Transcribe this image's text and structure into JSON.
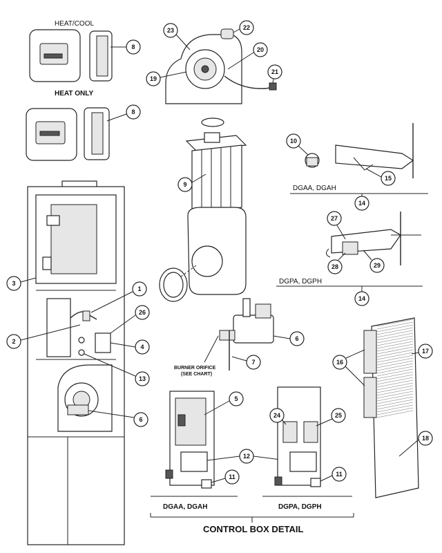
{
  "header_labels": {
    "heat_cool": "HEAT/COOL",
    "heat_only": "HEAT ONLY"
  },
  "model_labels": {
    "dgaa_dgah": "DGAA, DGAH",
    "dgpa_dgph": "DGPA, DGPH"
  },
  "orifice_note": {
    "line1": "BURNER ORIFICE",
    "line2": "(SEE CHART)"
  },
  "control_box_title": "CONTROL BOX DETAIL",
  "callouts": {
    "c1": "1",
    "c2": "2",
    "c3": "3",
    "c4": "4",
    "c5": "5",
    "c6": "6",
    "c7": "7",
    "c8": "8",
    "c9": "9",
    "c10": "10",
    "c11": "11",
    "c12": "12",
    "c13": "13",
    "c14": "14",
    "c15": "15",
    "c16": "16",
    "c17": "17",
    "c18": "18",
    "c19": "19",
    "c20": "20",
    "c21": "21",
    "c22": "22",
    "c23": "23",
    "c24": "24",
    "c25": "25",
    "c26": "26",
    "c27": "27",
    "c28": "28",
    "c29": "29"
  }
}
